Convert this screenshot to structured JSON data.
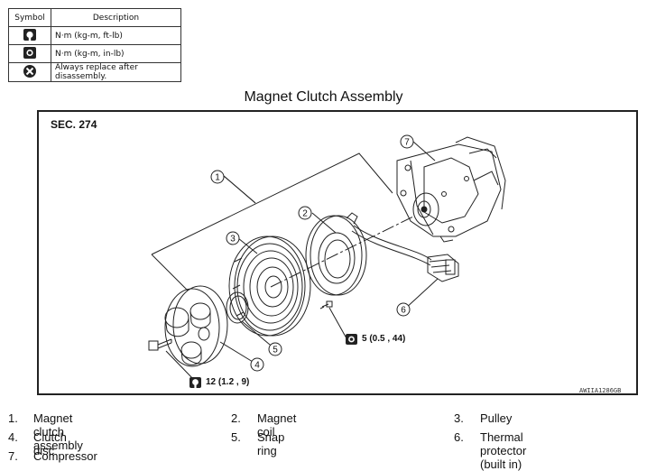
{
  "legend": {
    "header_symbol": "Symbol",
    "header_description": "Description",
    "rows": [
      {
        "icon": "torque-wrench-icon",
        "desc": "N·m (kg-m, ft-lb)"
      },
      {
        "icon": "torque-wrench-filled-icon",
        "desc": "N·m (kg-m, in-lb)"
      },
      {
        "icon": "always-replace-icon",
        "desc": "Always replace after disassembly."
      }
    ]
  },
  "title": "Magnet Clutch Assembly",
  "diagram": {
    "section": "SEC. 274",
    "torque_coil": "5 (0.5 , 44)",
    "torque_disc": "12 (1.2 , 9)",
    "image_code": "AWIIA1286GB",
    "callouts": [
      "1",
      "2",
      "3",
      "4",
      "5",
      "6",
      "7"
    ]
  },
  "parts": [
    {
      "num": "1.",
      "name": "Magnet clutch assembly"
    },
    {
      "num": "2.",
      "name": "Magnet coil"
    },
    {
      "num": "3.",
      "name": "Pulley"
    },
    {
      "num": "4.",
      "name": "Clutch disc"
    },
    {
      "num": "5.",
      "name": "Snap ring"
    },
    {
      "num": "6.",
      "name": "Thermal protector (built in)"
    },
    {
      "num": "7.",
      "name": "Compressor"
    }
  ]
}
